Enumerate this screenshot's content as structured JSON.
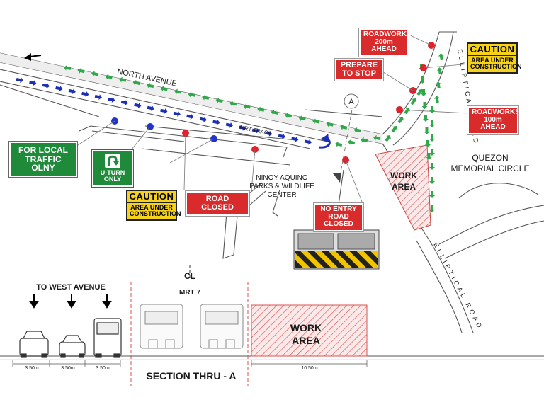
{
  "signs": {
    "roadworks_200": [
      "ROADWORKS",
      "200m AHEAD"
    ],
    "caution_top": {
      "title": "CAUTION",
      "lines": [
        "AREA UNDER",
        "CONSTRUCTION"
      ]
    },
    "prepare_to_stop": [
      "PREPARE",
      "TO STOP"
    ],
    "roadworks_100": [
      "ROADWORKS",
      "100m AHEAD"
    ],
    "local_traffic": [
      "FOR LOCAL",
      "TRAFFIC OLNY"
    ],
    "u_turn": [
      "U-TURN",
      "ONLY"
    ],
    "caution_mid": {
      "title": "CAUTION",
      "lines": [
        "AREA UNDER",
        "CONSTRUCTION"
      ]
    },
    "road_closed": "ROAD CLOSED",
    "no_entry": [
      "NO ENTRY",
      "ROAD CLOSED"
    ]
  },
  "labels": {
    "north_avenue": "NORTH AVENUE",
    "mrt_track": "MRT TRACK",
    "elliptical_road_top": "ELLIPTICAL ROAD",
    "elliptical_road_bottom": "ELLIPTICAL ROAD",
    "quezon": [
      "QUEZON",
      "MEMORIAL CIRCLE"
    ],
    "ninoy": [
      "NINOY AQUINO",
      "PARKS & WILDLIFE",
      "CENTER"
    ],
    "work_area_plan": [
      "WORK",
      "AREA"
    ],
    "section_marker": "A",
    "to_west_avenue": "TO WEST AVENUE",
    "centerline": "CL",
    "mrt7": "MRT 7",
    "work_area_section": [
      "WORK",
      "AREA"
    ],
    "section_title": "SECTION THRU - A",
    "dimensions": [
      "3.50m",
      "3.50m",
      "3.50m",
      "10.50m"
    ]
  },
  "colors": {
    "red_sign": "#d92b2b",
    "green_sign": "#1f8a3a",
    "caution_yellow": "#f6d21b",
    "arrow_blue": "#1d2fb5",
    "arrow_green": "#2fa84a",
    "marker_red": "#e0202a",
    "marker_blue": "#2233cc",
    "hatch_red": "#d9534f"
  }
}
